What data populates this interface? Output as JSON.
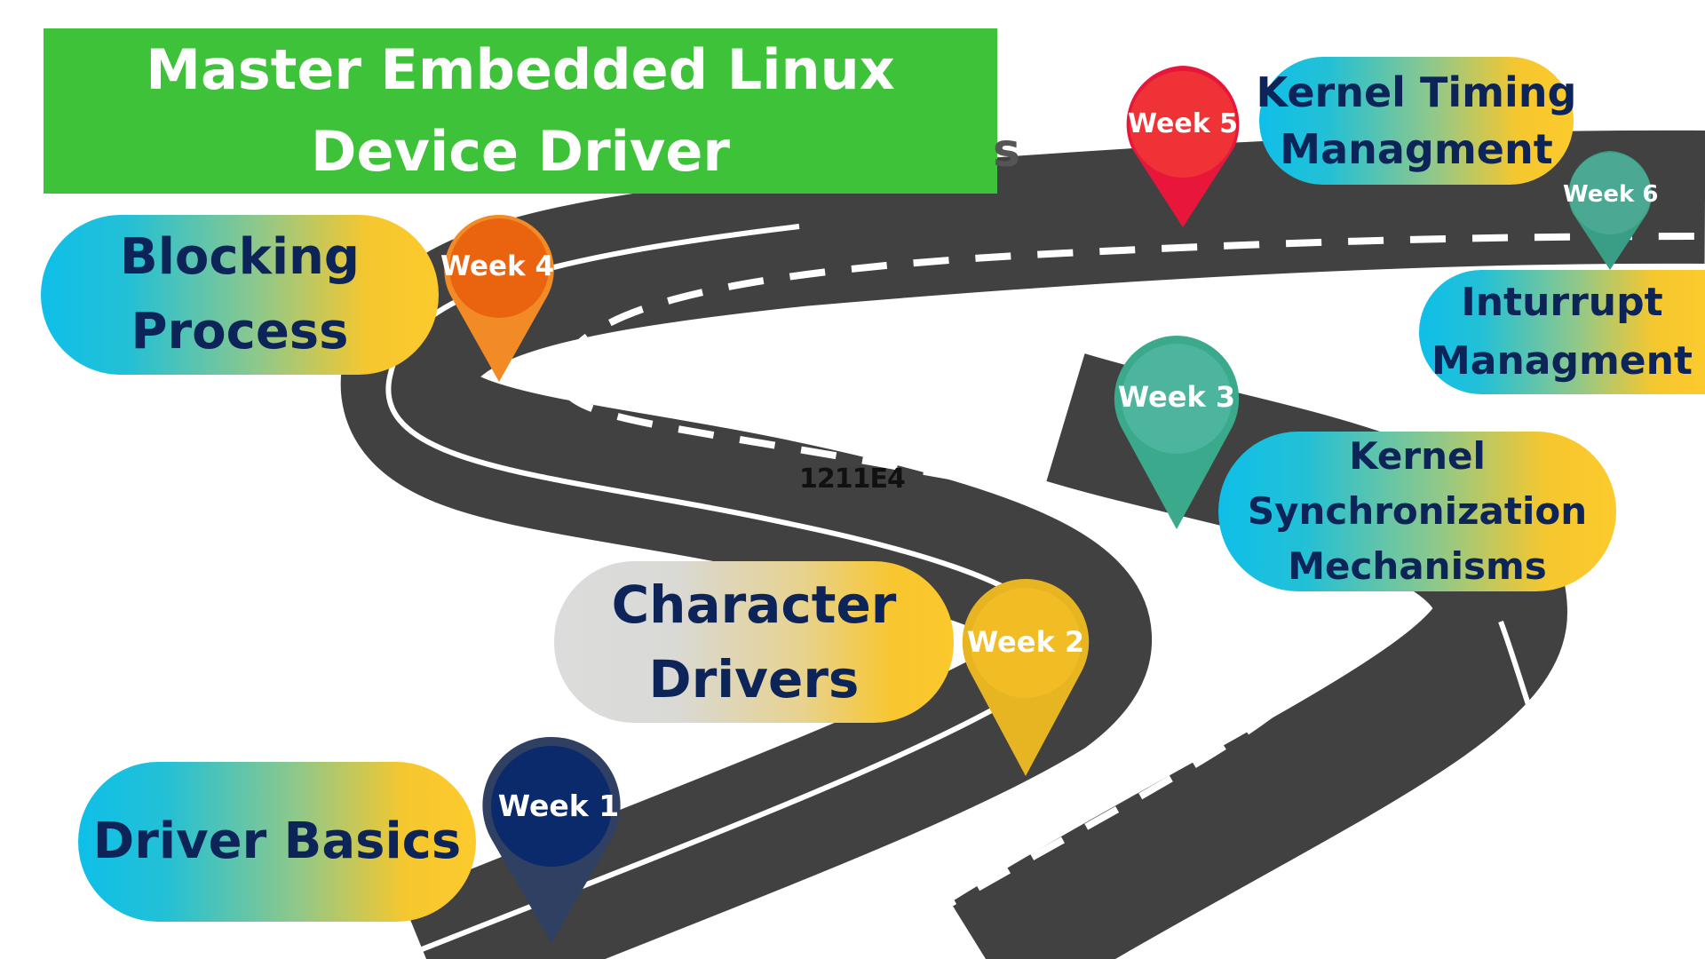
{
  "title": {
    "line1": "Master Embedded Linux",
    "line2": "Device Driver",
    "hidden_fragment": "s"
  },
  "code_label": "1211E4",
  "colors": {
    "title_bg": "#3ec23a",
    "road": "#414141",
    "topic_text": "#0c2457",
    "week1": "#0a2a6b",
    "week2": "#f2bd24",
    "week3": "#47b39b",
    "week4": "#ea6a10",
    "week5": "#ef2f35",
    "week6": "#47a893"
  },
  "weeks": [
    {
      "label": "Week 1",
      "topic_lines": [
        "Driver Basics"
      ],
      "pin_icon": "map-pin-icon"
    },
    {
      "label": "Week 2",
      "topic_lines": [
        "Character",
        "Drivers"
      ],
      "pin_icon": "map-pin-icon"
    },
    {
      "label": "Week 3",
      "topic_lines": [
        "Kernel",
        "Synchronization",
        "Mechanisms"
      ],
      "pin_icon": "map-pin-icon"
    },
    {
      "label": "Week 4",
      "topic_lines": [
        "Blocking",
        "Process"
      ],
      "pin_icon": "map-pin-icon"
    },
    {
      "label": "Week 5",
      "topic_lines": [
        "Kernel Timing",
        "Managment"
      ],
      "pin_icon": "map-pin-icon"
    },
    {
      "label": "Week 6",
      "topic_lines": [
        "Inturrupt",
        "Managment"
      ],
      "pin_icon": "map-pin-icon"
    }
  ]
}
